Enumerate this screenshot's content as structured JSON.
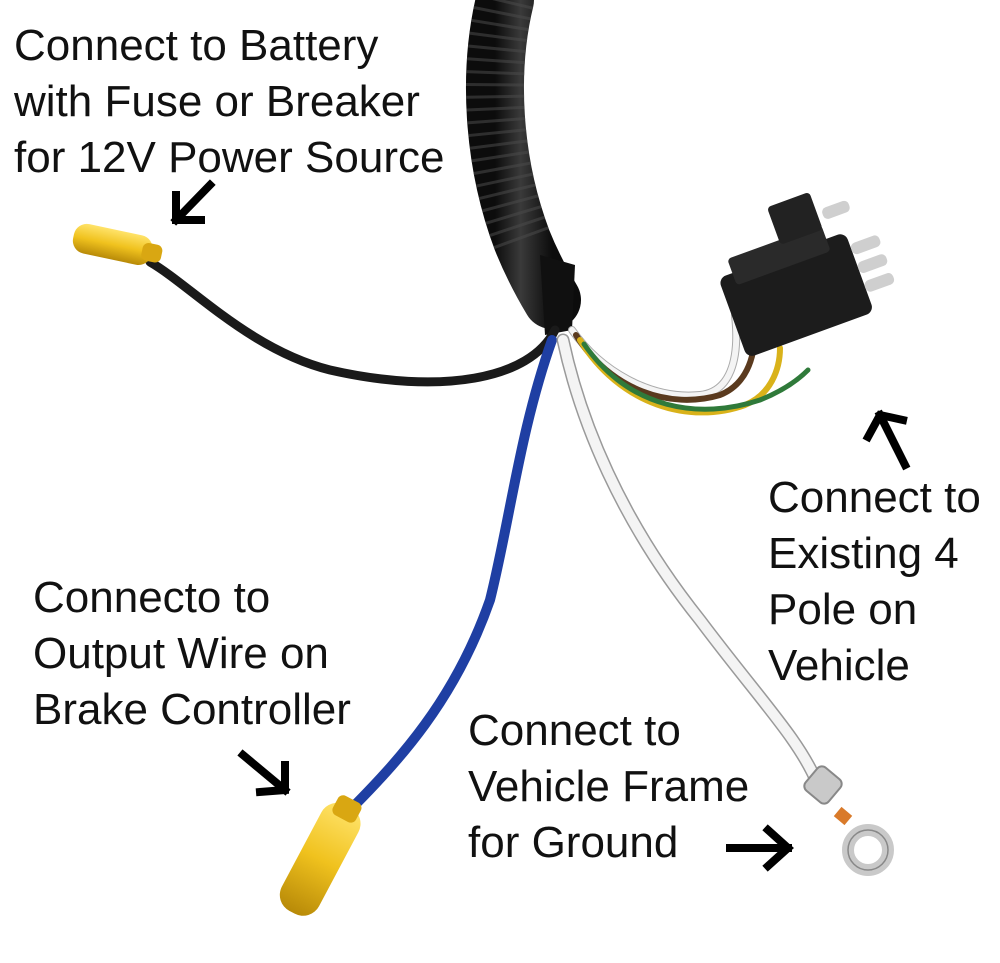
{
  "labels": {
    "battery": [
      "Connect to Battery",
      "with Fuse or Breaker",
      "for 12V Power Source"
    ],
    "four_pole": [
      "Connect to",
      "Existing 4",
      "Pole on",
      "Vehicle"
    ],
    "brake": [
      "Connecto to",
      "Output Wire on",
      "Brake Controller"
    ],
    "ground": [
      "Connect to",
      "Vehicle Frame",
      "for Ground"
    ]
  },
  "colors": {
    "background": "#ffffff",
    "harness_sheath": "#161616",
    "black_wire": "#1a1a1a",
    "blue_wire": "#1f3fa3",
    "white_wire": "#f4f4f4",
    "brown_wire": "#5a3a1e",
    "yellow_wire": "#d9b21a",
    "green_wire": "#2f7a3a",
    "butt_connector": "#f0c21e",
    "ring_terminal": "#c9c9c9",
    "connector_housing": "#1c1c1c",
    "pin_metal": "#cfcfcf",
    "arrow": "#000000"
  },
  "icons": [
    "arrow-down-left-icon",
    "arrow-up-left-icon",
    "arrow-down-right-icon",
    "arrow-right-icon"
  ]
}
